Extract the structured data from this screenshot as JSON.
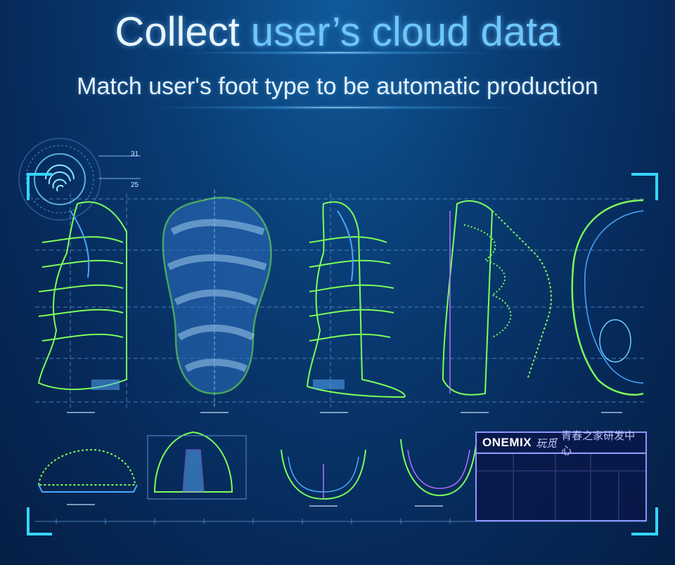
{
  "header": {
    "title_part1": "Collect",
    "title_part2": "user’s cloud data",
    "subtitle": "Match user's foot type to be automatic production"
  },
  "hud": {
    "tick_top": "31",
    "tick_bottom": "25"
  },
  "title_block": {
    "brand": "ONEMIX",
    "brand_cn": "玩觅",
    "center_name": "青春之家研发中心"
  },
  "colors": {
    "background": "#062a5a",
    "accent_cyan": "#35d6ff",
    "drawing_green": "#7cff5a",
    "drawing_blue": "#4aa8ff",
    "drawing_violet": "#8f96ff"
  },
  "icons": [
    "fingerprint-icon",
    "corner-bracket-icon"
  ]
}
